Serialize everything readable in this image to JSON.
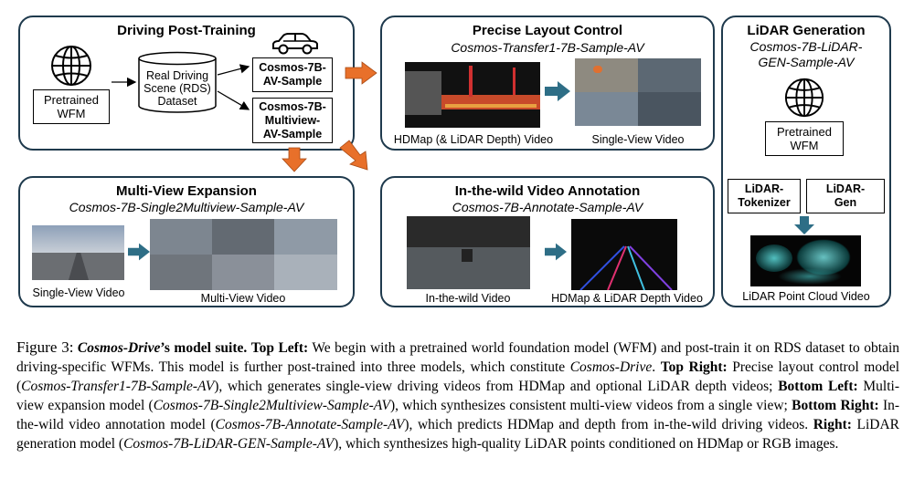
{
  "panels": {
    "post_training": {
      "title": "Driving Post-Training",
      "wfm_label": "Pretrained\nWFM",
      "dataset_label": "Real Driving\nScene (RDS)\nDataset",
      "model_a": "Cosmos-7B-\nAV-Sample",
      "model_b": "Cosmos-7B-\nMultiview-\nAV-Sample"
    },
    "layout_control": {
      "title": "Precise Layout Control",
      "subtitle": "Cosmos-Transfer1-7B-Sample-AV",
      "input_caption": "HDMap (& LiDAR Depth) Video",
      "output_caption": "Single-View Video"
    },
    "lidar_generation": {
      "title": "LiDAR Generation",
      "subtitle": "Cosmos-7B-LiDAR-\nGEN-Sample-AV",
      "wfm_label": "Pretrained\nWFM",
      "tokenizer_label": "LiDAR-\nTokenizer",
      "gen_label": "LiDAR-\nGen",
      "output_caption": "LiDAR Point Cloud Video"
    },
    "multi_view": {
      "title": "Multi-View Expansion",
      "subtitle": "Cosmos-7B-Single2Multiview-Sample-AV",
      "input_caption": "Single-View Video",
      "output_caption": "Multi-View Video"
    },
    "annotation": {
      "title": "In-the-wild Video Annotation",
      "subtitle": "Cosmos-7B-Annotate-Sample-AV",
      "input_caption": "In-the-wild Video",
      "output_caption": "HDMap & LiDAR Depth Video"
    }
  },
  "caption": {
    "figure_label": "Figure 3:",
    "name": "Cosmos-Drive",
    "title_rest": "’s model suite.",
    "top_left_label": "Top Left:",
    "top_left_text": "We begin with a pretrained world foundation model (WFM) and post-train it on RDS dataset to obtain driving-specific WFMs. This model is further post-trained into three models, which constitute",
    "top_left_end": ".",
    "top_right_label": "Top Right:",
    "top_right_text_1": "Precise layout control model (",
    "top_right_model": "Cosmos-Transfer1-7B-Sample-AV",
    "top_right_text_2": "), which generates single-view driving videos from HDMap and optional LiDAR depth videos;",
    "bottom_left_label": "Bottom Left:",
    "bottom_left_text_1": "Multi-view expansion model (",
    "bottom_left_model": "Cosmos-7B-Single2Multiview-Sample-AV",
    "bottom_left_text_2": "), which synthesizes consistent multi-view videos from a single view;",
    "bottom_right_label": "Bottom Right:",
    "bottom_right_text_1": "In-the-wild video annotation model (",
    "bottom_right_model": "Cosmos-7B-Annotate-Sample-AV",
    "bottom_right_text_2": "), which predicts HDMap and depth from in-the-wild driving videos.",
    "right_label": "Right:",
    "right_text_1": "LiDAR generation model (",
    "right_model": "Cosmos-7B-LiDAR-GEN-Sample-AV",
    "right_text_2": "), which synthesizes high-quality LiDAR points conditioned on HDMap or RGB images."
  },
  "colors": {
    "panel_border": "#1f3a4d",
    "orange_arrow": "#e8702a",
    "teal_arrow": "#2e6e86"
  },
  "icons": [
    "globe-icon",
    "car-icon",
    "database-icon"
  ]
}
